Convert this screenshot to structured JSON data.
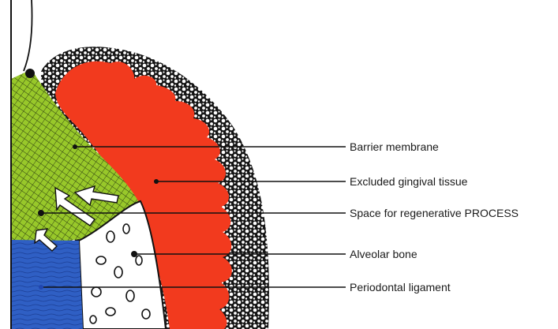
{
  "labels": [
    {
      "text": "Barrier membrane"
    },
    {
      "text": "Excluded gingival tissue"
    },
    {
      "text": "Space for regenerative PROCESS"
    },
    {
      "text": "Alveolar bone"
    },
    {
      "text": "Periodontal ligament"
    }
  ],
  "colors": {
    "gingiva_red": "#f23a1e",
    "membrane_green": "#98c82a",
    "ligament_blue": "#2f5fc4",
    "bone_white": "#ffffff",
    "outline_black": "#111111"
  }
}
